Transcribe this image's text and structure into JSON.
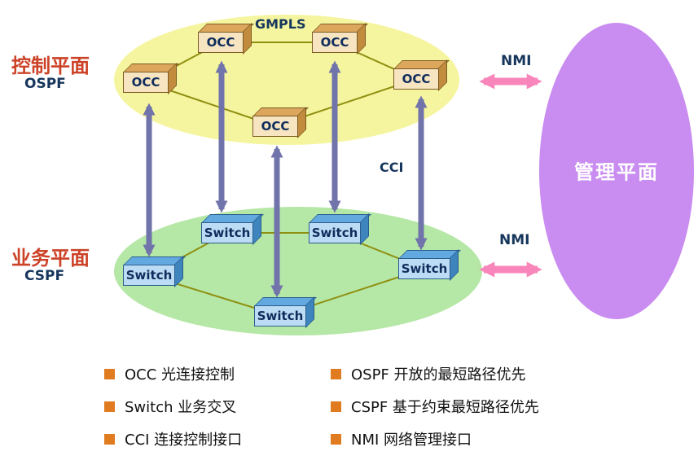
{
  "planes": {
    "control": {
      "name": "控制平面",
      "protocol": "OSPF"
    },
    "service": {
      "name": "业务平面",
      "protocol": "CSPF"
    },
    "management": {
      "name": "管理平面"
    }
  },
  "labels": {
    "gmpls": "GMPLS",
    "cci": "CCI",
    "nmi_top": "NMI",
    "nmi_bottom": "NMI"
  },
  "nodes": {
    "occ_top_left": "OCC",
    "occ_top_right": "OCC",
    "occ_left": "OCC",
    "occ_right": "OCC",
    "occ_center": "OCC",
    "switch_top_left": "Switch",
    "switch_top_right": "Switch",
    "switch_left": "Switch",
    "switch_right": "Switch",
    "switch_bottom": "Switch"
  },
  "legend": {
    "items_left": [
      "OCC 光连接控制",
      "Switch 业务交叉",
      "CCI 连接控制接口"
    ],
    "items_right": [
      "OSPF 开放的最短路径优先",
      "CSPF 基于约束最短路径优先",
      "NMI 网络管理接口"
    ]
  },
  "colors": {
    "control_plane_fill": "#f5f5a0",
    "service_plane_fill": "#b5e7a6",
    "management_plane_fill": "#c98cf0",
    "mesh_line": "#8f8f10",
    "cci_arrow": "#7173ab",
    "nmi_arrow": "#f886bb",
    "plane_title_text": "#cc4227",
    "acronym_text": "#16365c",
    "node_occ_fill": "#f7e4c0",
    "node_switch_fill": "#bcdcf5",
    "legend_bullet": "#e07b20"
  }
}
